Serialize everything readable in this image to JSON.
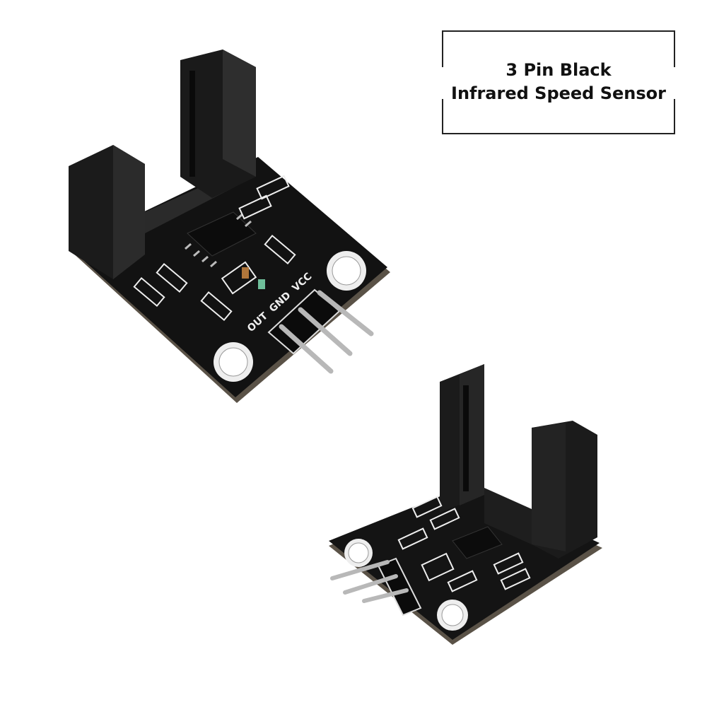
{
  "title": {
    "line1": "3 Pin Black",
    "line2": "Infrared Speed Sensor"
  },
  "product": {
    "pin_labels": [
      "OUT",
      "GND",
      "VCC"
    ],
    "colors": {
      "pcb": "#111111",
      "silkscreen": "#f2f2f2",
      "pins": "#b8b8b8",
      "background": "#ffffff"
    }
  }
}
